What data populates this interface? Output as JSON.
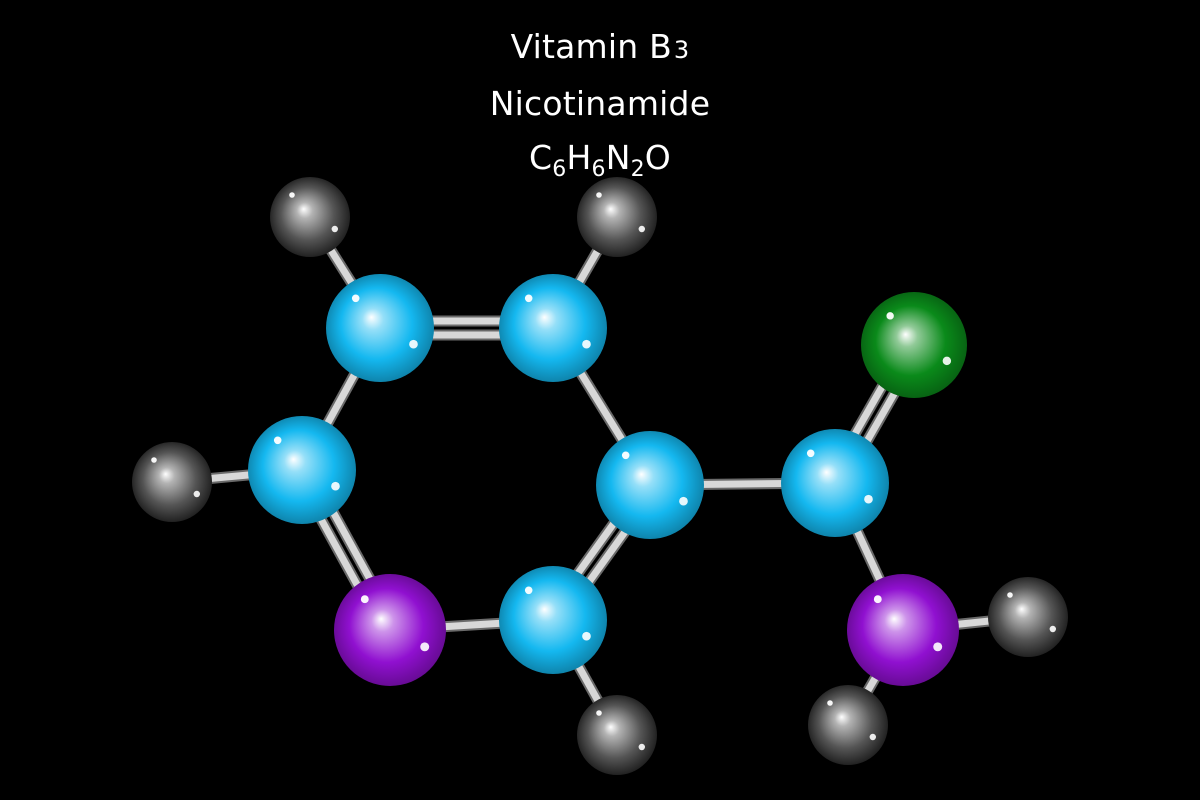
{
  "title": {
    "line1_prefix": "Vitamin B",
    "line1_suffix": "3",
    "line2": "Nicotinamide",
    "formula": [
      {
        "t": "C"
      },
      {
        "s": "6"
      },
      {
        "t": "H"
      },
      {
        "s": "6"
      },
      {
        "t": "N"
      },
      {
        "s": "2"
      },
      {
        "t": "O"
      }
    ]
  },
  "colors": {
    "background": "#000000",
    "carbon": "#14b8f0",
    "nitrogen": "#9010d0",
    "oxygen": "#0a8a1a",
    "hydrogen": "#555555",
    "bond": "#d8d8d8"
  },
  "molecule": {
    "atoms": [
      {
        "id": "C1",
        "element": "C"
      },
      {
        "id": "C2",
        "element": "C"
      },
      {
        "id": "C3",
        "element": "C"
      },
      {
        "id": "C4",
        "element": "C"
      },
      {
        "id": "C5",
        "element": "C"
      },
      {
        "id": "N1",
        "element": "N"
      },
      {
        "id": "C7",
        "element": "C"
      },
      {
        "id": "O1",
        "element": "O"
      },
      {
        "id": "N2",
        "element": "N"
      },
      {
        "id": "H1",
        "element": "H"
      },
      {
        "id": "H2",
        "element": "H"
      },
      {
        "id": "H3",
        "element": "H"
      },
      {
        "id": "H4",
        "element": "H"
      },
      {
        "id": "H5",
        "element": "H"
      },
      {
        "id": "H6",
        "element": "H"
      }
    ],
    "bonds": [
      {
        "a": "C1",
        "b": "C2",
        "order": 2
      },
      {
        "a": "C2",
        "b": "C3",
        "order": 1
      },
      {
        "a": "C3",
        "b": "C4",
        "order": 2
      },
      {
        "a": "C4",
        "b": "N1",
        "order": 1
      },
      {
        "a": "N1",
        "b": "C5",
        "order": 2
      },
      {
        "a": "C5",
        "b": "C1",
        "order": 1
      },
      {
        "a": "C3",
        "b": "C7",
        "order": 1
      },
      {
        "a": "C7",
        "b": "O1",
        "order": 2
      },
      {
        "a": "C7",
        "b": "N2",
        "order": 1
      },
      {
        "a": "C1",
        "b": "H1",
        "order": 1
      },
      {
        "a": "C2",
        "b": "H2",
        "order": 1
      },
      {
        "a": "C5",
        "b": "H3",
        "order": 1
      },
      {
        "a": "C4",
        "b": "H4",
        "order": 1
      },
      {
        "a": "N2",
        "b": "H5",
        "order": 1
      },
      {
        "a": "N2",
        "b": "H6",
        "order": 1
      }
    ]
  }
}
